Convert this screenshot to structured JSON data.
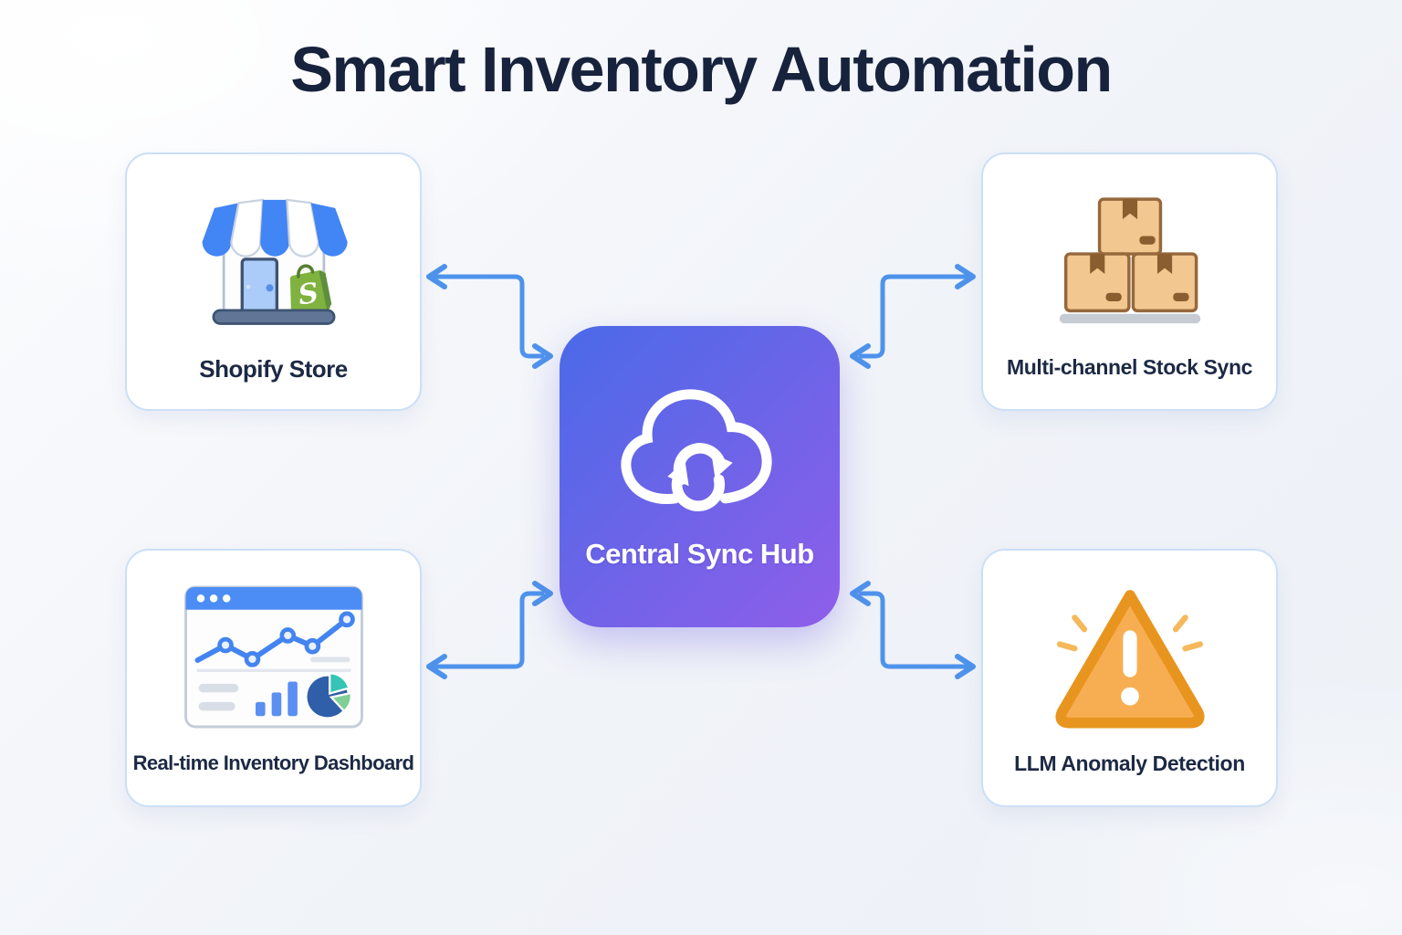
{
  "title": "Smart Inventory Automation",
  "hub": {
    "label": "Central Sync Hub",
    "icon": "cloud-sync-icon"
  },
  "nodes": [
    {
      "id": "shopify-store",
      "label": "Shopify Store",
      "icon": "shopify-storefront-icon",
      "position": "top-left",
      "bag_letter": "S"
    },
    {
      "id": "multi-channel-stock-sync",
      "label": "Multi-channel Stock Sync",
      "icon": "stacked-boxes-icon",
      "position": "top-right"
    },
    {
      "id": "realtime-inventory-dashboard",
      "label": "Real-time Inventory Dashboard",
      "icon": "analytics-dashboard-icon",
      "position": "bottom-left"
    },
    {
      "id": "llm-anomaly-detection",
      "label": "LLM Anomaly Detection",
      "icon": "warning-triangle-icon",
      "position": "bottom-right"
    }
  ],
  "connections": [
    {
      "between": [
        "central-sync-hub",
        "shopify-store"
      ],
      "style": "elbow",
      "arrows": "both-ends"
    },
    {
      "between": [
        "central-sync-hub",
        "multi-channel-stock-sync"
      ],
      "style": "elbow",
      "arrows": "both-ends"
    },
    {
      "between": [
        "central-sync-hub",
        "realtime-inventory-dashboard"
      ],
      "style": "elbow",
      "arrows": "both-ends"
    },
    {
      "between": [
        "central-sync-hub",
        "llm-anomaly-detection"
      ],
      "style": "elbow",
      "arrows": "both-ends"
    }
  ],
  "colors": {
    "title-text": "#17223C",
    "label-text": "#1C2944",
    "card-bg": "#FFFFFF",
    "card-border": "#CBDFF6",
    "connector": "#4E93EB",
    "hub-gradient-start": "#4A6AE8",
    "hub-gradient-end": "#8F5EE9",
    "hub-text": "#FFFFFF",
    "awning-blue": "#4285F4",
    "shopify-green": "#7FB23F",
    "box-tan": "#F2C890",
    "box-brown": "#8A5E2F",
    "warning-orange": "#F7AE52",
    "warning-border": "#E8951F",
    "background": "#F0F3F8"
  }
}
